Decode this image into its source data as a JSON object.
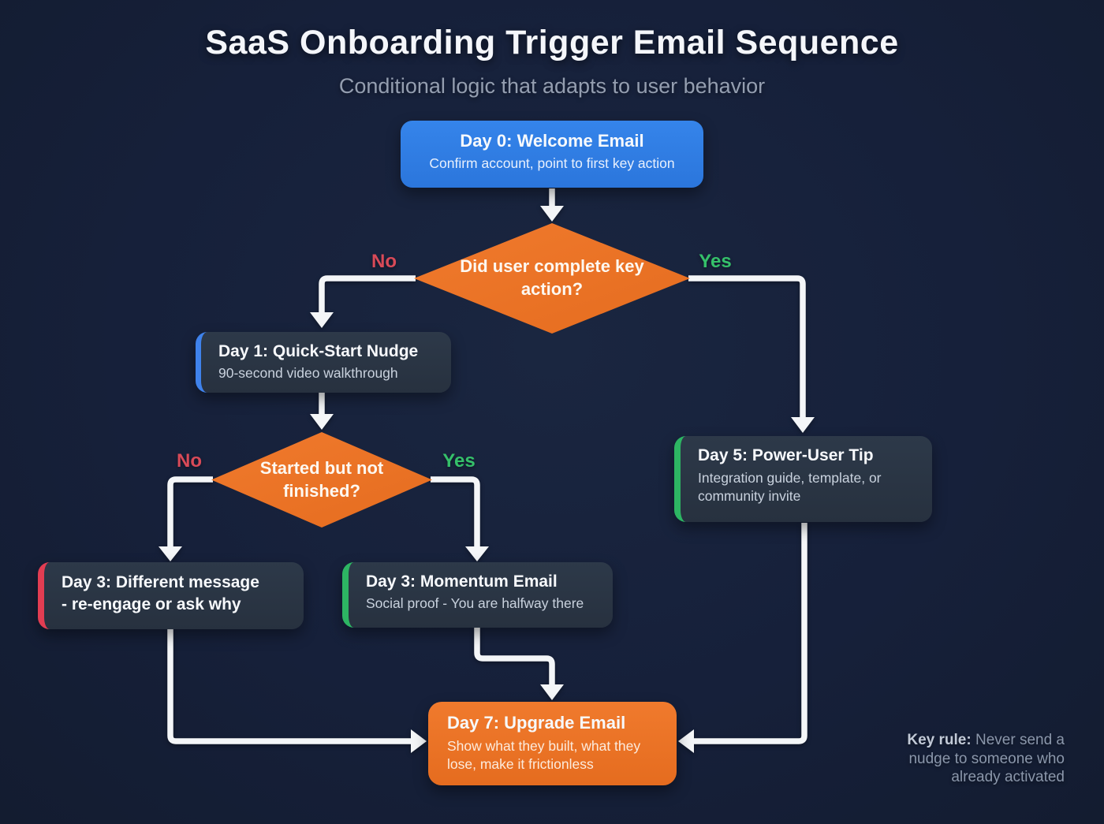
{
  "page": {
    "title": "SaaS Onboarding Trigger Email Sequence",
    "subtitle": "Conditional logic that adapts to user behavior"
  },
  "labels": {
    "no": "No",
    "yes": "Yes"
  },
  "nodes": {
    "day0": {
      "title": "Day 0: Welcome Email",
      "subtitle": "Confirm account, point to first key action"
    },
    "decision1": {
      "question": "Did user complete key action?"
    },
    "day1": {
      "title": "Day 1: Quick-Start Nudge",
      "subtitle": "90-second video walkthrough"
    },
    "decision2": {
      "question": "Started but not finished?"
    },
    "day3_no": {
      "title_line1": "Day 3: Different message",
      "title_line2": "- re-engage or ask why"
    },
    "day3_yes": {
      "title": "Day 3: Momentum Email",
      "subtitle": "Social proof - You are halfway there"
    },
    "day5": {
      "title": "Day 5: Power-User Tip",
      "subtitle": "Integration guide, template, or community invite"
    },
    "day7": {
      "title": "Day 7: Upgrade Email",
      "subtitle": "Show what they built, what they lose, make it frictionless"
    }
  },
  "footnote": {
    "label": "Key rule:",
    "text": " Never send a nudge to someone who already activated"
  },
  "colors": {
    "background": "#16203a",
    "accent_blue": "#2f7de2",
    "accent_orange": "#ec7427",
    "card_dark": "#2a3444",
    "edge_blue": "#3f82ec",
    "edge_red": "#e23d52",
    "edge_green": "#2db563",
    "label_no_red": "#d84a58",
    "label_yes_green": "#35c06a",
    "arrow_white": "#f4f6f8"
  }
}
